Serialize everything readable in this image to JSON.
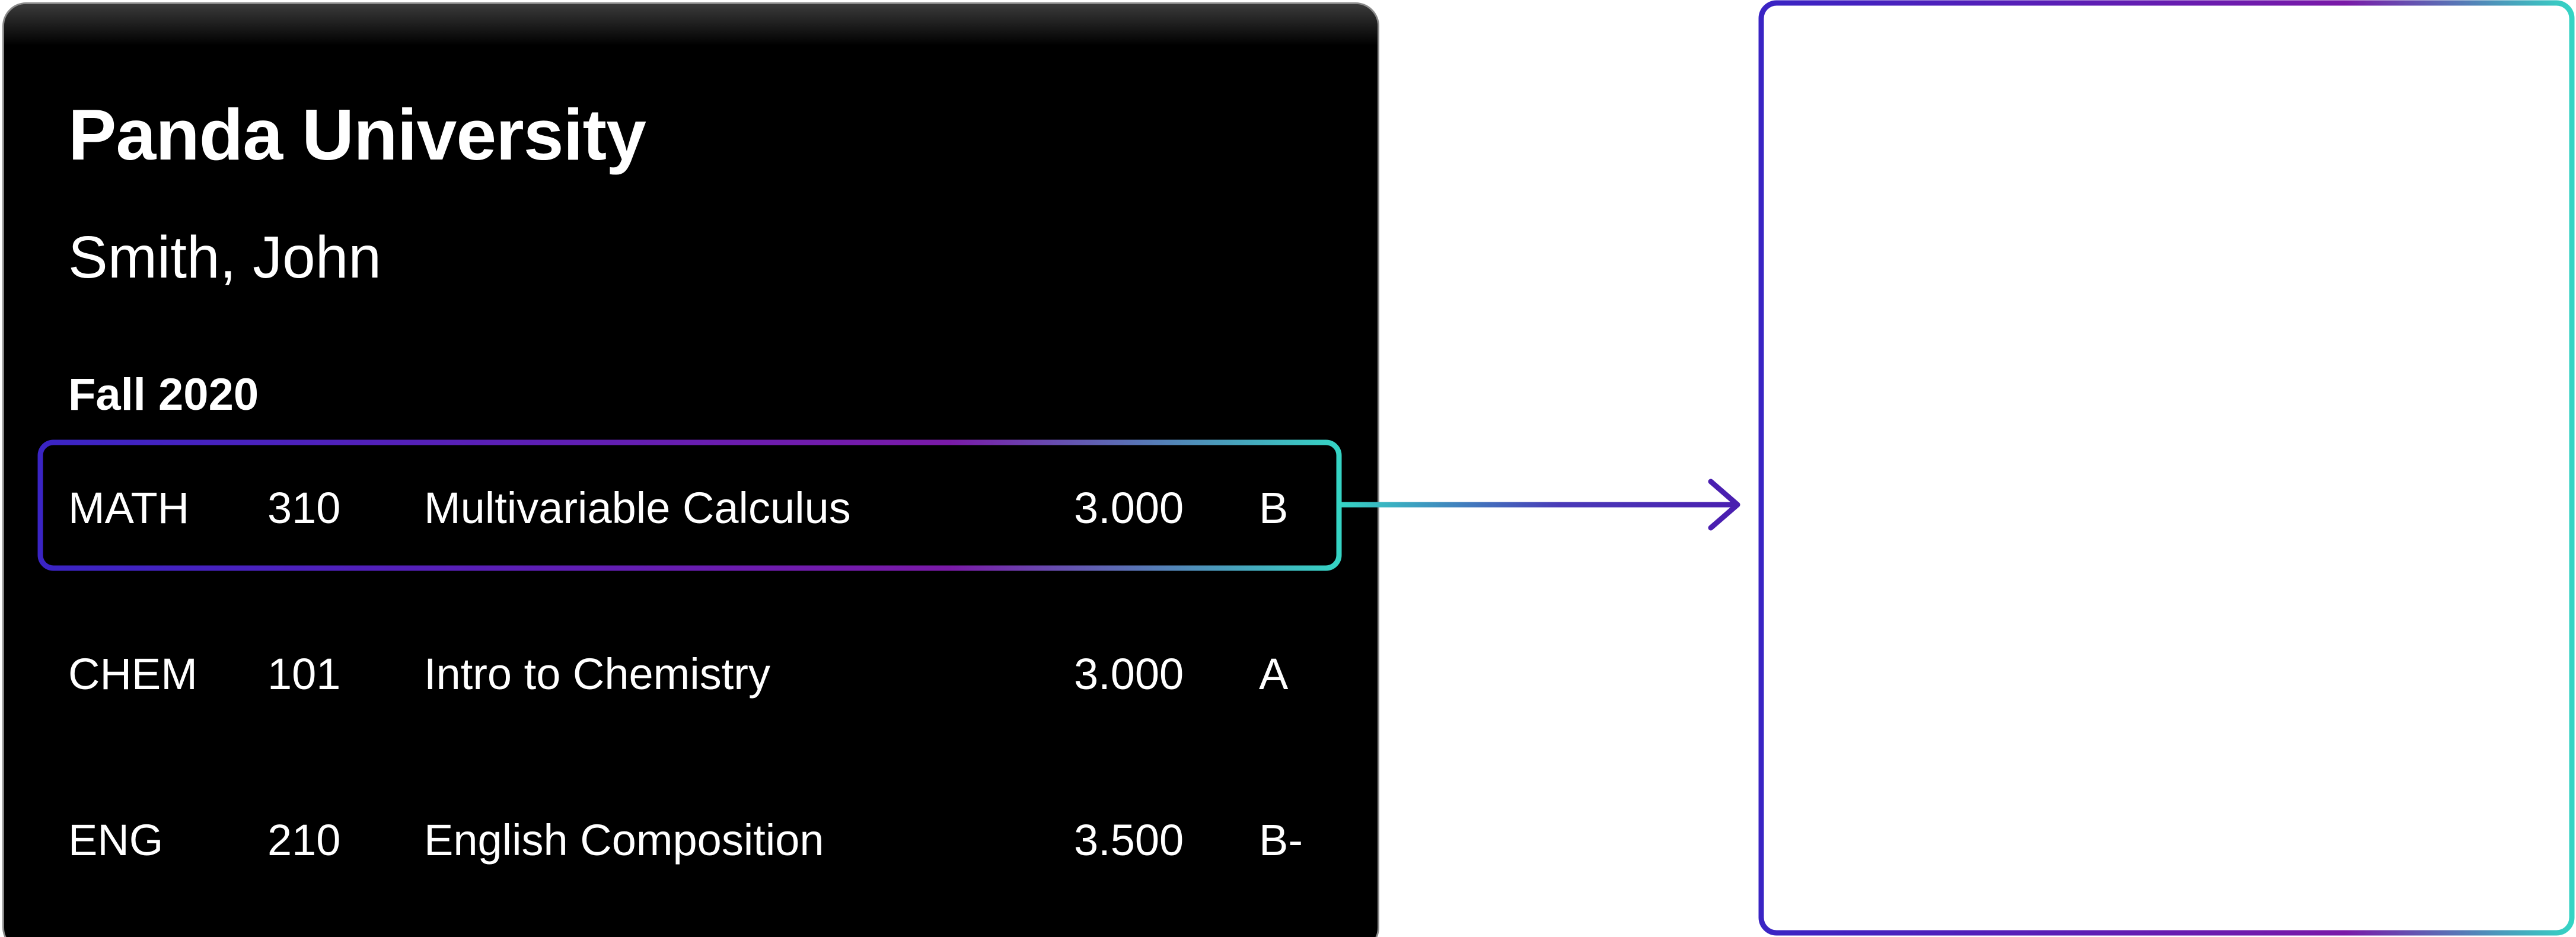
{
  "transcript": {
    "university": "Panda University",
    "student_name": "Smith, John",
    "term": "Fall 2020",
    "courses": [
      {
        "dept": "MATH",
        "number": "310",
        "title": "Multivariable Calculus",
        "credits": "3.000",
        "grade": "B",
        "highlighted": true
      },
      {
        "dept": "CHEM",
        "number": "101",
        "title": "Intro to Chemistry",
        "credits": "3.000",
        "grade": "A",
        "highlighted": false
      },
      {
        "dept": "ENG",
        "number": "210",
        "title": "English Composition",
        "credits": "3.500",
        "grade": "B-",
        "highlighted": false
      }
    ]
  },
  "colors": {
    "card_background": "#000000",
    "gradient_start": "#3a24c4",
    "gradient_mid": "#7a1aa8",
    "gradient_end": "#35d4c4",
    "arrow": "#4a1fb0"
  }
}
